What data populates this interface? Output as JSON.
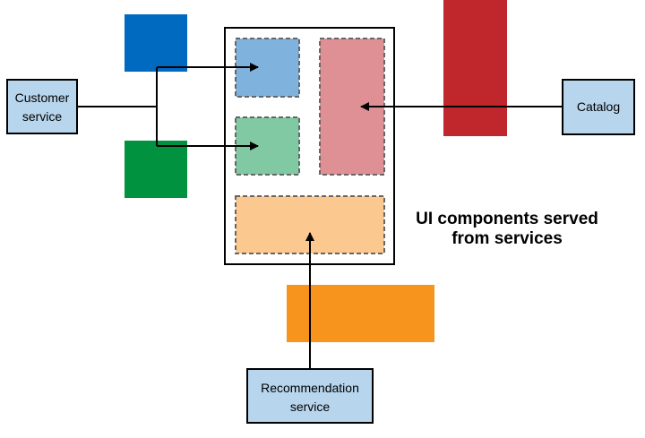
{
  "services": {
    "customer": {
      "line1": "Customer",
      "line2": "service"
    },
    "catalog": {
      "label": "Catalog"
    },
    "recommendation": {
      "line1": "Recommendation",
      "line2": "service"
    }
  },
  "caption": {
    "line1": "UI components served",
    "line2": "from services"
  },
  "colors": {
    "blue": "#0069c0",
    "green": "#00923f",
    "red": "#c0272d",
    "orange": "#f7941d",
    "service_fill": "#b7d5ec",
    "panel_blue": "#7fb2dd",
    "panel_green": "#80c9a3",
    "panel_red": "#df9094",
    "panel_orange": "#fbc98f"
  }
}
